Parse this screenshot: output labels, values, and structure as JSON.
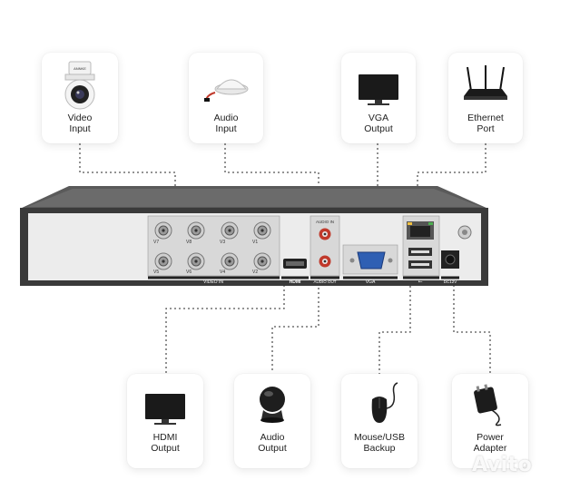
{
  "cards": {
    "video_input": {
      "label": "Video\nInput",
      "icon": "ptz-camera-icon"
    },
    "audio_input": {
      "label": "Audio\nInput",
      "icon": "microphone-icon"
    },
    "vga_output": {
      "label": "VGA\nOutput",
      "icon": "monitor-icon"
    },
    "ethernet_port": {
      "label": "Ethernet\nPort",
      "icon": "router-icon"
    },
    "hdmi_output": {
      "label": "HDMI\nOutput",
      "icon": "tv-icon"
    },
    "audio_output": {
      "label": "Audio\nOutput",
      "icon": "speaker-icon"
    },
    "mouse_usb": {
      "label": "Mouse/USB\nBackup",
      "icon": "mouse-icon"
    },
    "power_adapter": {
      "label": "Power\nAdapter",
      "icon": "power-adapter-icon"
    }
  },
  "device": {
    "bnc_labels_top": [
      "V7",
      "V8",
      "V3",
      "V1"
    ],
    "bnc_labels_bottom": [
      "V5",
      "V6",
      "V4",
      "V2"
    ],
    "video_in_label": "VIDEO IN",
    "audio_in_label": "AUDIO IN",
    "audio_out_label": "AUDIO OUT",
    "hdmi_label": "HDMI",
    "vga_label": "VGA",
    "dc_label": "DC12V",
    "camera_brand": "ANNKE"
  },
  "watermark": "Avito",
  "colors": {
    "dotted_line": "#555555",
    "chassis": "#3a3a3a",
    "panel": "#ececec",
    "audio_red": "#c0392b"
  }
}
